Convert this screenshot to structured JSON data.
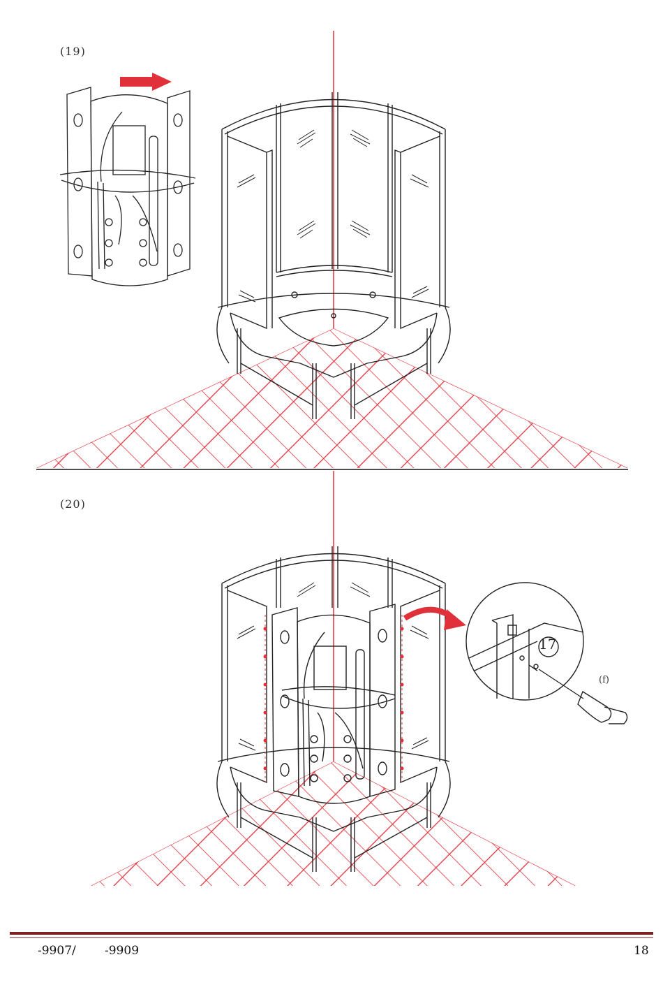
{
  "steps": [
    {
      "label": "(19)"
    },
    {
      "label": "(20)",
      "part_number": "17",
      "tool_label": "(f)"
    }
  ],
  "footer": {
    "model_a": "-9907/",
    "model_b": "-9909",
    "page_number": "18"
  },
  "colors": {
    "grid": "#e0303a",
    "line": "#222222",
    "rule": "#7a2222"
  }
}
